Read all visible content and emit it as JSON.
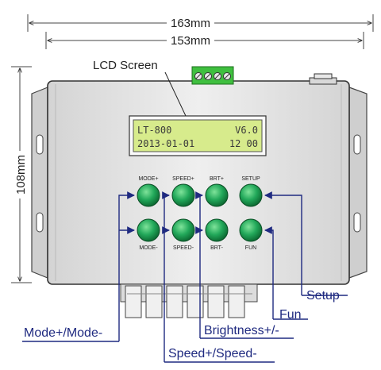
{
  "dimensions": {
    "overall_width": "163mm",
    "body_width": "153mm",
    "height": "108mm"
  },
  "labels": {
    "lcd_screen": "LCD Screen",
    "setup": "Setup",
    "fun": "Fun",
    "brightness": "Brightness+/-",
    "mode": "Mode+/Mode-",
    "speed": "Speed+/Speed-"
  },
  "lcd": {
    "line1_left": "LT-800",
    "line1_right": "V6.0",
    "line2_left": "2013-01-01",
    "line2_right": "12 00",
    "background_color": "#d7eb8c"
  },
  "buttons": {
    "top": [
      "MODE+",
      "SPEED+",
      "BRT+",
      "SETUP"
    ],
    "bottom": [
      "MODE-",
      "SPEED-",
      "BRT-",
      "FUN"
    ],
    "color": "#22a85a"
  },
  "colors": {
    "arrow": "#1f2a80",
    "housing": "#e6e6e6",
    "terminal": "#3fbf3f",
    "outline": "#333333"
  }
}
